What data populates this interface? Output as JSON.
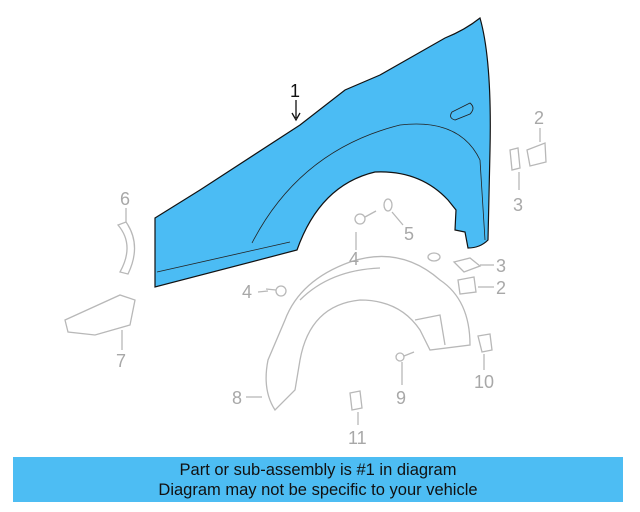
{
  "diagram": {
    "callouts": {
      "fender": "1",
      "nut_upper": "2",
      "clip_upper": "3",
      "bolt_upper": "4",
      "washer": "5",
      "bracket": "6",
      "clip_lower": "3",
      "nut_lower": "2",
      "bolt_lower": "4",
      "side_bracket": "7",
      "liner": "8",
      "screw": "9",
      "clip_10": "10",
      "clip_11": "11"
    },
    "highlight_color": "#4bbcf4"
  },
  "banner": {
    "line1": "Part or sub-assembly is #1 in diagram",
    "line2": "Diagram may not be specific to your vehicle",
    "color": "#4dbdf3"
  }
}
